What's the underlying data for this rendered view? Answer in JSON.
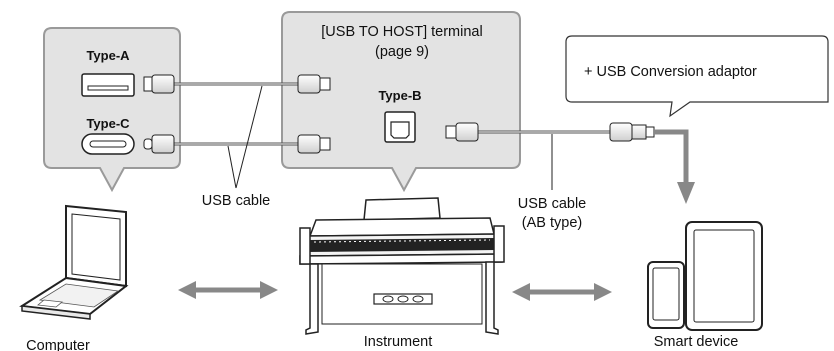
{
  "host_terminal": {
    "title_line1": "[USB TO HOST] terminal",
    "title_line2": "(page 9)",
    "port_label": "Type-B"
  },
  "computer_ports": {
    "type_a_label": "Type-A",
    "type_c_label": "Type-C"
  },
  "callout_adaptor": "+ USB Conversion adaptor",
  "cables": {
    "usb_cable_label": "USB cable",
    "ab_cable_line1": "USB cable",
    "ab_cable_line2": "(AB type)"
  },
  "devices": {
    "computer": "Computer",
    "instrument": "Instrument",
    "smart_device": "Smart device"
  },
  "colors": {
    "bubble_fill": "#e3e3e3",
    "bubble_stroke": "#9a9a9a",
    "arrow": "#888888",
    "line": "#222222"
  }
}
